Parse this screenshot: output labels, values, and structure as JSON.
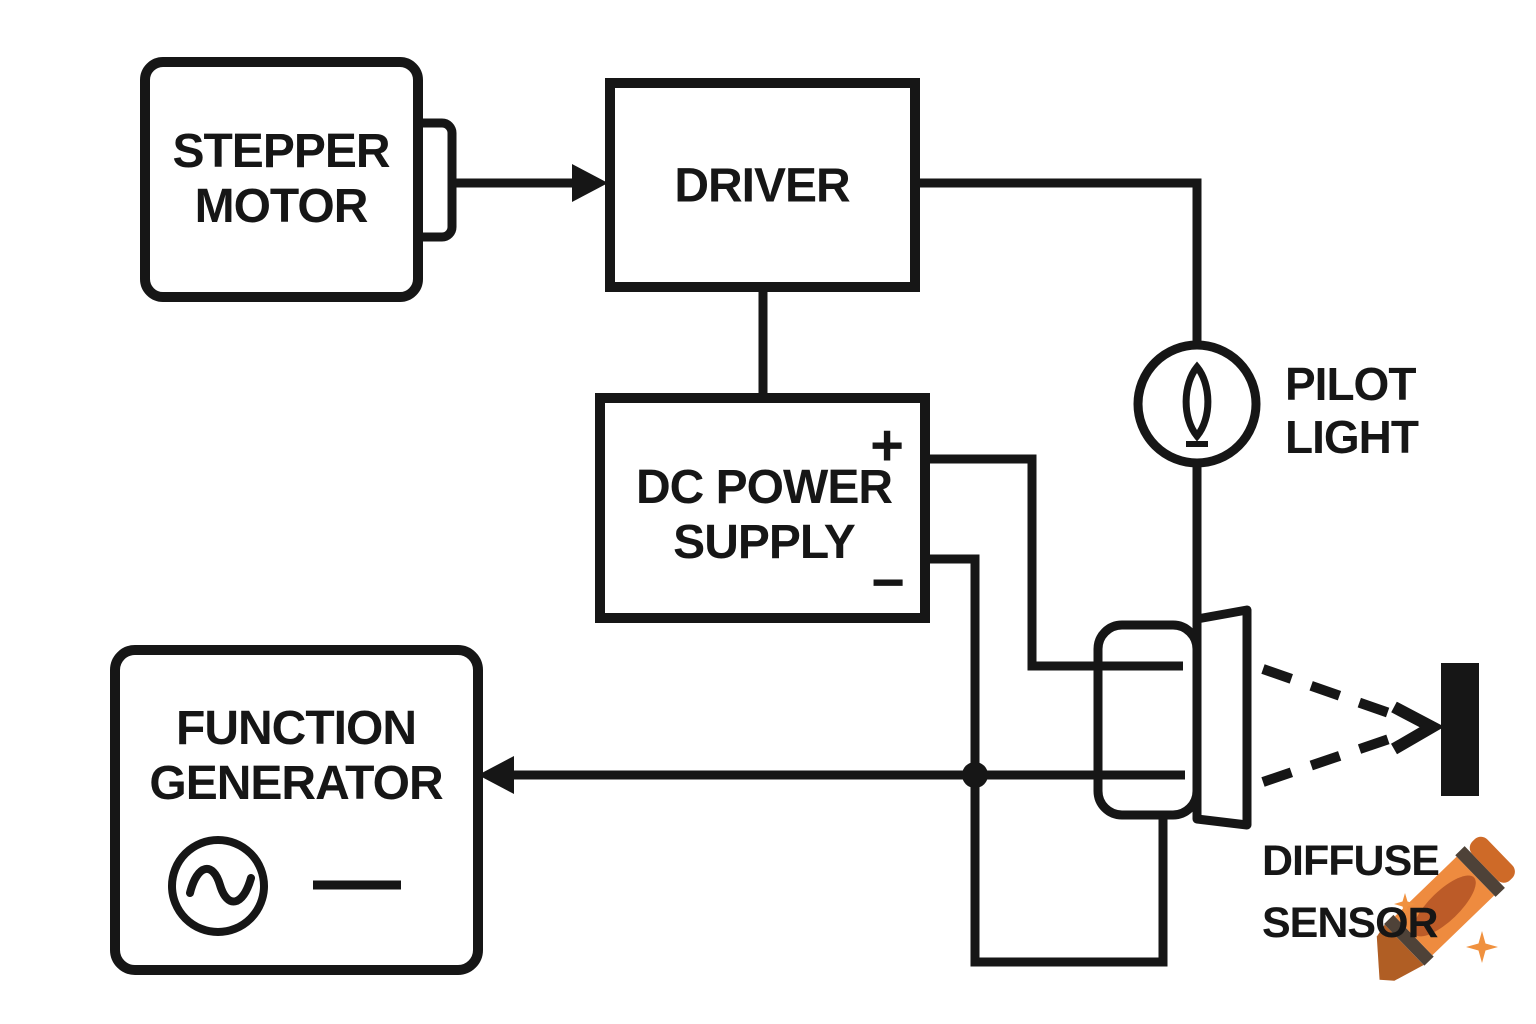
{
  "blocks": {
    "stepper_motor": {
      "line1": "STEPPER",
      "line2": "MOTOR"
    },
    "driver": {
      "label": "DRIVER"
    },
    "dc_power_supply": {
      "line1": "DC POWER",
      "line2": "SUPPLY",
      "plus": "+",
      "minus": "−"
    },
    "function_generator": {
      "line1": "FUNCTION",
      "line2": "GENERATOR"
    }
  },
  "labels": {
    "pilot_light": {
      "line1": "PILOT",
      "line2": "LIGHT"
    },
    "diffuse_sensor": {
      "line1": "DIFFUSE",
      "line2": "SENSOR"
    }
  },
  "icons": {
    "pilot_light_icon": "lamp-in-circle",
    "function_generator_icon": "sine-wave-in-circle",
    "diffuse_sensor_icon": "optical-sensor-with-lens",
    "beam_icon": "dashed-light-beam-arrow",
    "target_icon": "solid-target-plate",
    "watermark_icon": "orange-crayon-with-sparkles"
  },
  "colors": {
    "line": "#161616",
    "background": "#ffffff",
    "crayon_body": "#ee8b3f",
    "crayon_stripe": "#4e4238",
    "crayon_label": "#bc5b28",
    "crayon_tip": "#b05e24",
    "crayon_end": "#ce6a28",
    "sparkle": "#f0913f"
  }
}
